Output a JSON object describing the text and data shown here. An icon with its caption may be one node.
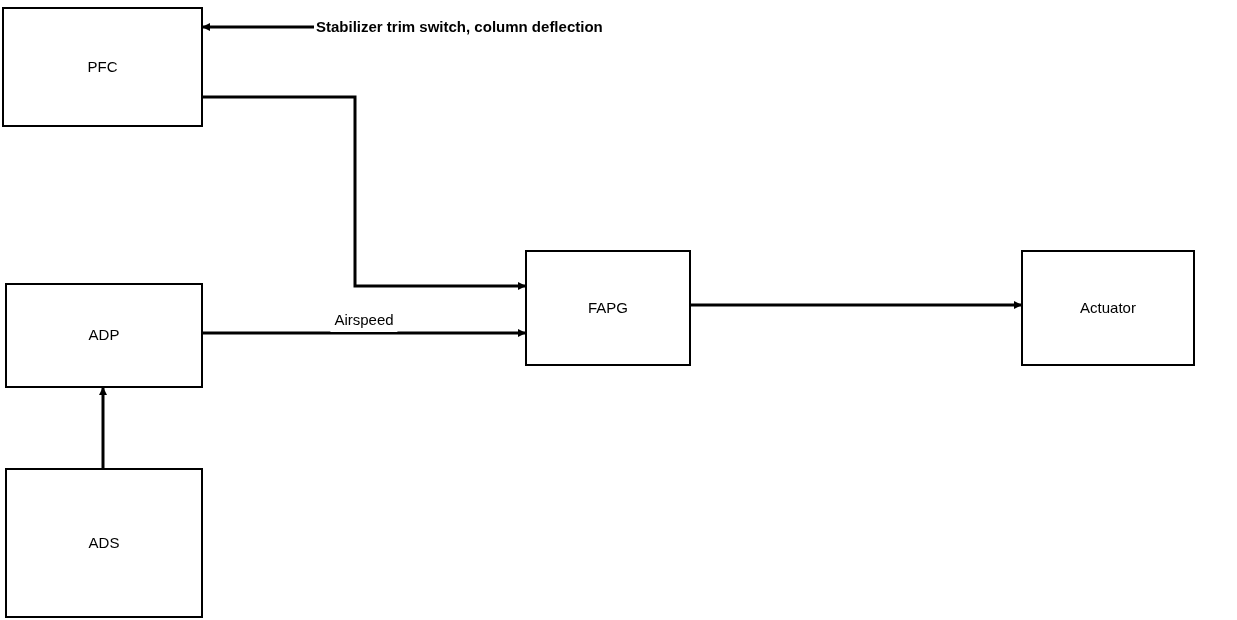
{
  "diagram": {
    "nodes": [
      {
        "text": [
          "PFC"
        ]
      },
      {
        "text": [
          "ADP"
        ]
      },
      {
        "text": [
          "ADS"
        ]
      },
      {
        "text": [
          "FAPG"
        ]
      },
      {
        "text": [
          "Actuator"
        ]
      },
      {
        "text": [
          "Stabilizer trim switch, column deflection"
        ]
      }
    ],
    "edges": [
      {
        "from": 5,
        "to": 0,
        "arrow": "to"
      },
      {
        "from": 0,
        "to": 3,
        "arrow": "to"
      },
      {
        "from": 1,
        "to": 3,
        "arrow": "to",
        "label": "Airspeed"
      },
      {
        "from": 2,
        "to": 1,
        "arrow": "to"
      },
      {
        "from": 3,
        "to": 4,
        "arrow": "to"
      }
    ]
  }
}
